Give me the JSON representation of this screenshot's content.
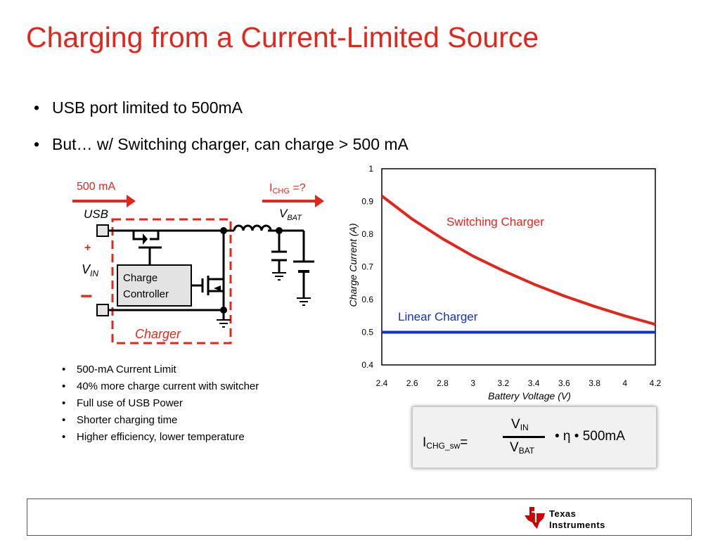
{
  "slide": {
    "title": "Charging from a Current-Limited Source",
    "bullets": [
      "USB port limited to 500mA",
      "But… w/ Switching charger, can charge > 500 mA"
    ],
    "sub_bullets": [
      "500-mA Current Limit",
      "40% more charge current with switcher",
      "Full use of USB Power",
      "Shorter charging time",
      "Higher efficiency, lower temperature"
    ]
  },
  "schematic": {
    "input_current": "500 mA",
    "usb_label": "USB",
    "plus_sign": "+",
    "minus_sign": "−",
    "vin_main": "V",
    "vin_sub": "IN",
    "ichg_main": "I",
    "ichg_sub": "CHG",
    "ichg_rest": " =?",
    "vbat_main": "V",
    "vbat_sub": "BAT",
    "controller_line1": "Charge",
    "controller_line2": "Controller",
    "charger_label": "Charger",
    "colors": {
      "accent": "#e1261c",
      "wire": "#000000",
      "box_fill": "#e3e3e3"
    }
  },
  "chart_data": {
    "type": "line",
    "xlabel": "Battery Voltage (V)",
    "ylabel": "Charge Current (A)",
    "xlim": [
      2.4,
      4.2
    ],
    "ylim": [
      0.4,
      1.0
    ],
    "x_ticks": [
      2.4,
      2.6,
      2.8,
      3,
      3.2,
      3.4,
      3.6,
      3.8,
      4,
      4.2
    ],
    "y_ticks": [
      0.4,
      0.5,
      0.6,
      0.7,
      0.8,
      0.9,
      1
    ],
    "grid": true,
    "series": [
      {
        "name": "Switching Charger",
        "color": "#e1261c",
        "x": [
          2.4,
          2.6,
          2.8,
          3.0,
          3.2,
          3.4,
          3.6,
          3.8,
          4.0,
          4.2
        ],
        "y": [
          0.917,
          0.846,
          0.786,
          0.733,
          0.688,
          0.647,
          0.611,
          0.579,
          0.55,
          0.524
        ]
      },
      {
        "name": "Linear Charger",
        "color": "#1030d0",
        "x": [
          2.4,
          4.2
        ],
        "y": [
          0.5,
          0.5
        ]
      }
    ]
  },
  "formula": {
    "lhs_main": "I",
    "lhs_sub": "CHG_sw",
    "lhs_eq": "=",
    "num_main": "V",
    "num_sub": "IN",
    "den_main": "V",
    "den_sub": "BAT",
    "rhs": "• η • 500mA"
  },
  "footer": {
    "logo_line1": "Texas",
    "logo_line2": "Instruments",
    "logo_icon": "texas-state-icon",
    "logo_color": "#cc0000"
  }
}
